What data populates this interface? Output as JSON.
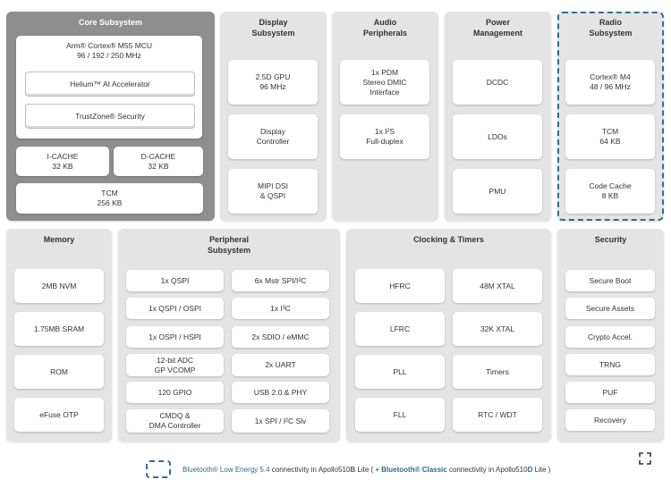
{
  "core": {
    "title": "Core Subsystem",
    "mcu": "Arm® Cortex® M55 MCU\n96 / 192 / 250 MHz",
    "helium": "Helium™ AI Accelerator",
    "trustzone": "TrustZone® Security",
    "icache": "I-CACHE\n32 KB",
    "dcache": "D-CACHE\n32 KB",
    "tcm": "TCM\n256 KB"
  },
  "display": {
    "title": "Display\nSubsystem",
    "items": [
      "2.5D GPU\n96 MHz",
      "Display\nController",
      "MIPI DSI\n& QSPI"
    ]
  },
  "audio": {
    "title": "Audio\nPeripherals",
    "items": [
      "1x PDM\nStereo DMIC\nInterface",
      "1x I²S\nFull-duplex"
    ]
  },
  "power": {
    "title": "Power\nManagement",
    "items": [
      "DCDC",
      "LDOs",
      "PMU"
    ]
  },
  "radio": {
    "title": "Radio\nSubsystem",
    "items": [
      "Cortex® M4\n48 / 96 MHz",
      "TCM\n64 KB",
      "Code Cache\n8 KB"
    ]
  },
  "memory": {
    "title": "Memory",
    "items": [
      "2MB NVM",
      "1.75MB SRAM",
      "ROM",
      "eFuse OTP"
    ]
  },
  "peripheral": {
    "title": "Peripheral\nSubsystem",
    "left": [
      "1x QSPI",
      "1x QSPI / OSPI",
      "1x OSPI / HSPI",
      "12-bit ADC\nGP VCOMP",
      "120 GPIO",
      "CMDQ &\nDMA Controller"
    ],
    "right": [
      "6x Mstr SPI/I²C",
      "1x I³C",
      "2x SDIO / eMMC",
      "2x UART",
      "USB 2.0 & PHY",
      "1x SPI / I²C Slv"
    ]
  },
  "clocking": {
    "title": "Clocking & Timers",
    "left": [
      "HFRC",
      "LFRC",
      "PLL",
      "FLL"
    ],
    "right": [
      "48M XTAL",
      "32K XTAL",
      "Timers",
      "RTC / WDT"
    ]
  },
  "security": {
    "title": "Security",
    "items": [
      "Secure Boot",
      "Secure Assets",
      "Crypto Accel.",
      "TRNG",
      "PUF",
      "Recovery"
    ]
  },
  "legend": {
    "ble": "Bluetooth® Low Energy 5.4",
    "mid1": " connectivity in Apollo510",
    "chipB": "B",
    "mid2": " Lite ( + ",
    "classic": "Bluetooth® Classic",
    "mid3": " connectivity in Apollo510",
    "chipD": "D",
    "end": " Lite )"
  },
  "colors": {
    "accent": "#2e6f8e",
    "panel": "#e4e4e4",
    "core_panel": "#8e8e8e"
  }
}
